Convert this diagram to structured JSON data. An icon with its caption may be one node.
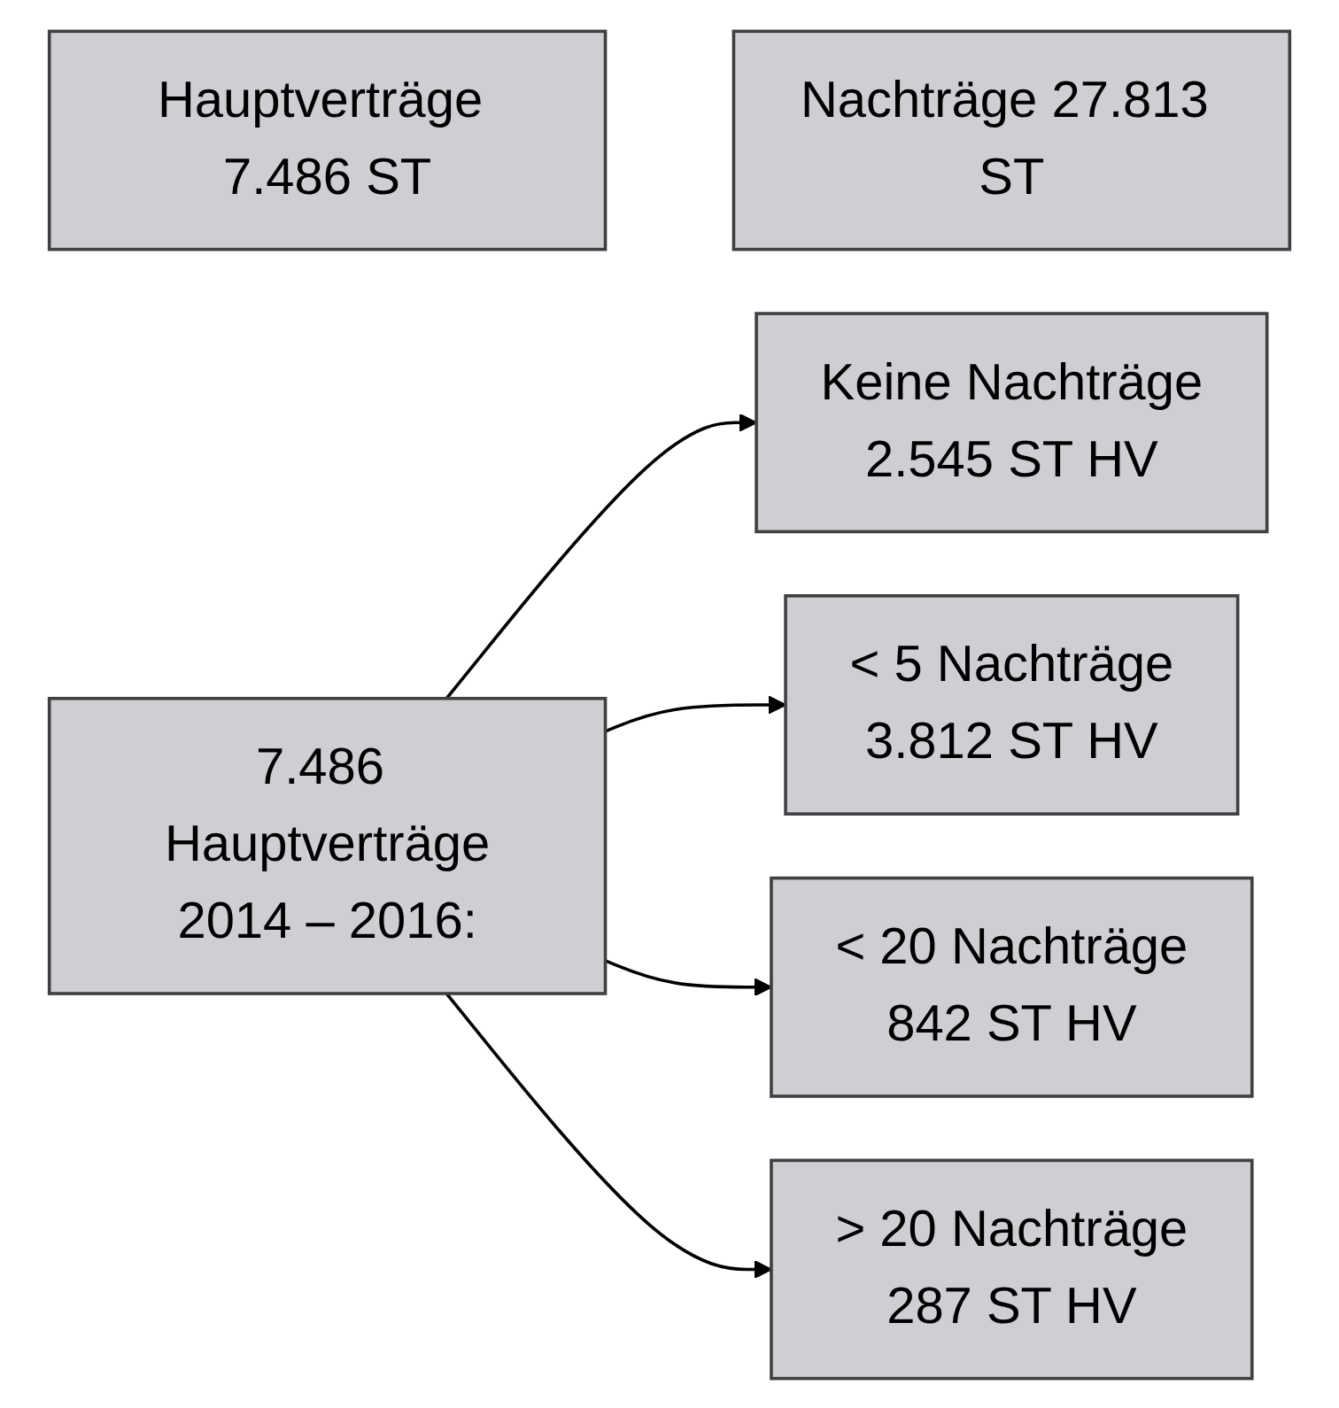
{
  "diagram": {
    "nodes": [
      {
        "text": [
          "Hauptverträge 7.486 ST"
        ]
      },
      {
        "text": [
          "Nachträge 27.813 ST"
        ]
      },
      {
        "text": [
          "7.486 Hauptverträge",
          "2014 – 2016:"
        ]
      },
      {
        "text": [
          "Keine Nachträge",
          "2.545 ST HV"
        ]
      },
      {
        "text": [
          "< 5 Nachträge",
          "3.812 ST HV"
        ]
      },
      {
        "text": [
          "< 20 Nachträge",
          "842 ST HV"
        ]
      },
      {
        "text": [
          "> 20 Nachträge",
          "287 ST HV"
        ]
      }
    ],
    "edges": [
      {
        "from": 2,
        "to": 3,
        "arrow": "to"
      },
      {
        "from": 2,
        "to": 4,
        "arrow": "to"
      },
      {
        "from": 2,
        "to": 5,
        "arrow": "to"
      },
      {
        "from": 2,
        "to": 6,
        "arrow": "to"
      }
    ]
  }
}
